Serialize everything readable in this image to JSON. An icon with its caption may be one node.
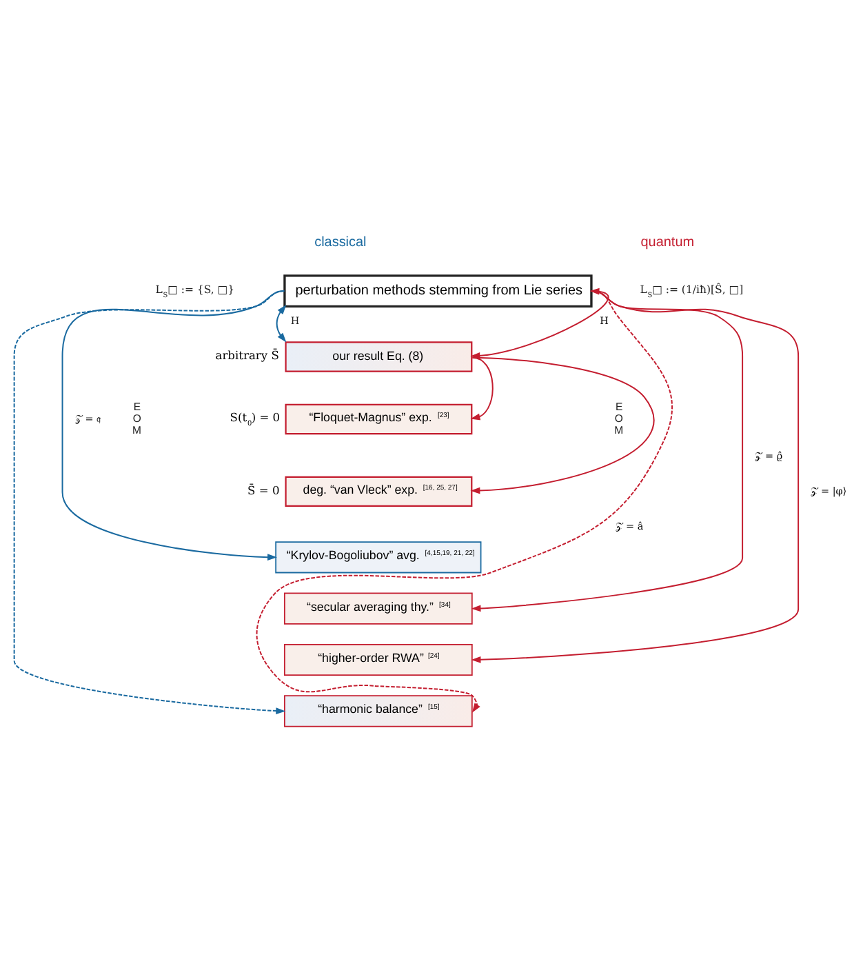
{
  "diagram": {
    "nodes": [
      {
        "text": [
          "perturbation methods stemming from Lie series"
        ]
      },
      {
        "text": [
          "our result Eq. (8)"
        ],
        "beside": [
          "arbitrary S̄"
        ]
      },
      {
        "text": [
          "“Floquet-Magnus” exp. $^{[23]}$"
        ],
        "beside": [
          "S(t$_{0}$) = 0"
        ]
      },
      {
        "text": [
          "deg. “van Vleck” exp. $^{[16, 25, 27]}$"
        ],
        "beside": [
          "S̄ = 0"
        ]
      },
      {
        "text": [
          "“Krylov-Bogoliubov” avg. $^{[4,15,19, 21, 22]}$"
        ]
      },
      {
        "text": [
          "“secular averaging thy.” $^{[34]}$"
        ]
      },
      {
        "text": [
          "“higher-order RWA” $^{[24]}$"
        ]
      },
      {
        "text": [
          "“harmonic balance” $^{[15]}$"
        ]
      }
    ],
    "edges": [
      {
        "from": 0,
        "to": 1,
        "arrow": "both",
        "label": "H",
        "color": "#1a6aa0"
      },
      {
        "from": 0,
        "to": 1,
        "arrow": "both",
        "label": "H"
      },
      {
        "from": 1,
        "to": 2,
        "arrow": "to"
      },
      {
        "from": 1,
        "to": 3,
        "arrow": "to"
      },
      {
        "from": 0,
        "to": 4,
        "arrow": "to",
        "label": "𝒵 = 𝔮",
        "color": "#1a6aa0"
      },
      {
        "from": 0,
        "to": 5,
        "arrow": "to",
        "label": "𝒵 = ϱ̂"
      },
      {
        "from": 0,
        "to": 6,
        "arrow": "to",
        "label": "𝒵 = |φ⟩"
      },
      {
        "from": 0,
        "to": 7,
        "arrow": "to",
        "style": "dashed",
        "color": "#1a6aa0"
      },
      {
        "from": 0,
        "to": 7,
        "arrow": "to",
        "label": "𝒵 = â",
        "style": "dashed"
      }
    ],
    "labels": [
      "classical",
      "L$_{S}$□ := {S, □}",
      "quantum",
      "L$_{S}$□ := (1/iħ)[Ŝ, □]",
      "EOM",
      "EOM"
    ]
  }
}
